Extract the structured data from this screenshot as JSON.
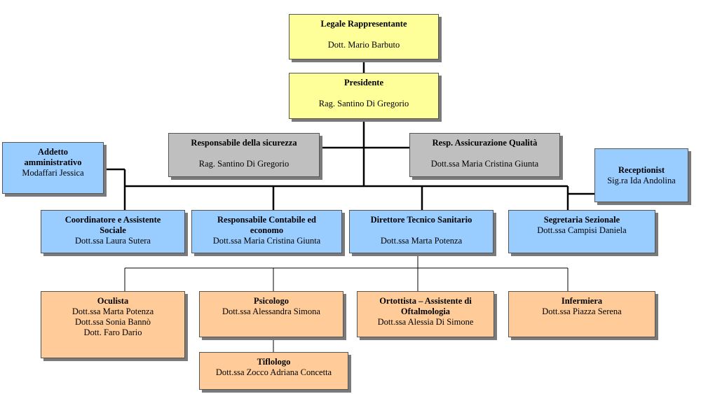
{
  "colors": {
    "top": "#ffff99",
    "staff": "#bfbfbf",
    "management": "#99ccff",
    "clinical": "#ffcc99"
  },
  "nodes": {
    "legale": {
      "title": "Legale Rappresentante",
      "person": "Dott. Mario Barbuto"
    },
    "presidente": {
      "title": "Presidente",
      "person": "Rag. Santino Di Gregorio"
    },
    "sicurezza": {
      "title": "Responsabile della sicurezza",
      "person": "Rag. Santino Di Gregorio"
    },
    "qualita": {
      "title": "Resp. Assicurazione Qualità",
      "person": "Dott.ssa Maria Cristina Giunta"
    },
    "addetto": {
      "title1": "Addetto",
      "title2": "amministrativo",
      "person": "Modaffari Jessica"
    },
    "reception": {
      "title": "Receptionist",
      "person": "Sig.ra Ida Andolina"
    },
    "coordinatore": {
      "title1": "Coordinatore e Assistente",
      "title2": "Sociale",
      "person": "Dott.ssa Laura Sutera"
    },
    "contabile": {
      "title1": "Responsabile Contabile ed",
      "title2": "economo",
      "person": "Dott.ssa Maria Cristina Giunta"
    },
    "direttore": {
      "title": "Direttore Tecnico Sanitario",
      "person": "Dott.ssa Marta Potenza"
    },
    "segretaria": {
      "title": "Segretaria Sezionale",
      "person": "Dott.ssa Campisi Daniela"
    },
    "oculista": {
      "title": "Oculista",
      "people": [
        "Dott.ssa Marta Potenza",
        "Dott.ssa Sonia Bannò",
        "Dott. Faro Dario"
      ]
    },
    "psicologo": {
      "title": "Psicologo",
      "person": "Dott.ssa Alessandra Simona"
    },
    "ortottista": {
      "title1": "Ortottista – Assistente di",
      "title2": "Oftalmologia",
      "person": "Dott.ssa Alessia Di Simone"
    },
    "infermiera": {
      "title": "Infermiera",
      "person": "Dott.ssa Piazza Serena"
    },
    "tiflologo": {
      "title": "Tiflologo",
      "person": "Dott.ssa Zocco Adriana Concetta"
    }
  }
}
